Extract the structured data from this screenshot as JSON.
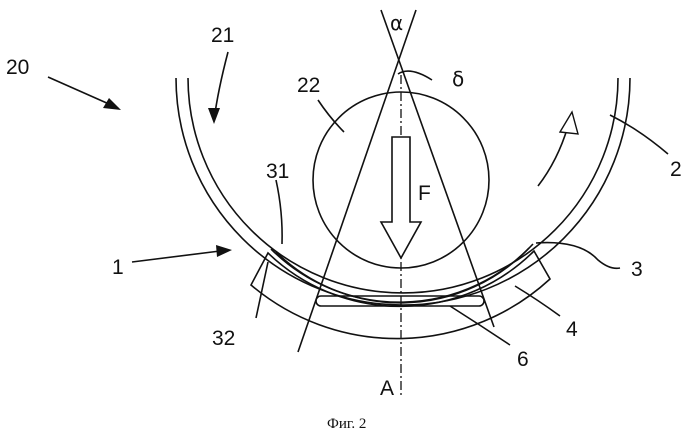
{
  "figure": {
    "caption": "Фиг. 2",
    "labels": {
      "l20": "20",
      "l21": "21",
      "l22": "22",
      "l2": "2",
      "l31": "31",
      "l1": "1",
      "l3": "3",
      "l4": "4",
      "l32": "32",
      "l6": "6",
      "alpha": "α",
      "delta": "δ",
      "force": "F",
      "axis": "A"
    }
  }
}
